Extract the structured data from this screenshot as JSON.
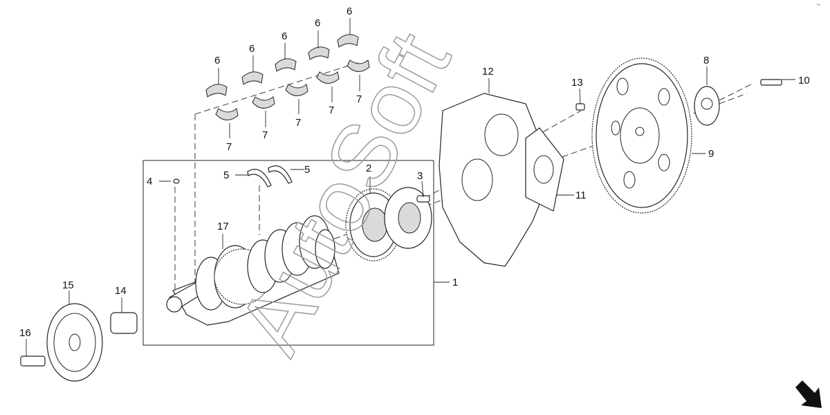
{
  "watermark": "AutoSoft",
  "corner_mark": "ᵀᴹ",
  "callouts": {
    "c1": "1",
    "c2": "2",
    "c3": "3",
    "c4": "4",
    "c5a": "5",
    "c5b": "5",
    "c6a": "6",
    "c6b": "6",
    "c6c": "6",
    "c6d": "6",
    "c6e": "6",
    "c7a": "7",
    "c7b": "7",
    "c7c": "7",
    "c7d": "7",
    "c7e": "7",
    "c8": "8",
    "c9": "9",
    "c10": "10",
    "c11": "11",
    "c12": "12",
    "c13": "13",
    "c14": "14",
    "c15": "15",
    "c16": "16",
    "c17": "17"
  },
  "icons": {
    "direction_arrow": "front-direction-arrow-icon"
  },
  "colors": {
    "line": "#222222",
    "watermark": "#9a9a9a",
    "corner_mark": "#6b8bd6"
  }
}
